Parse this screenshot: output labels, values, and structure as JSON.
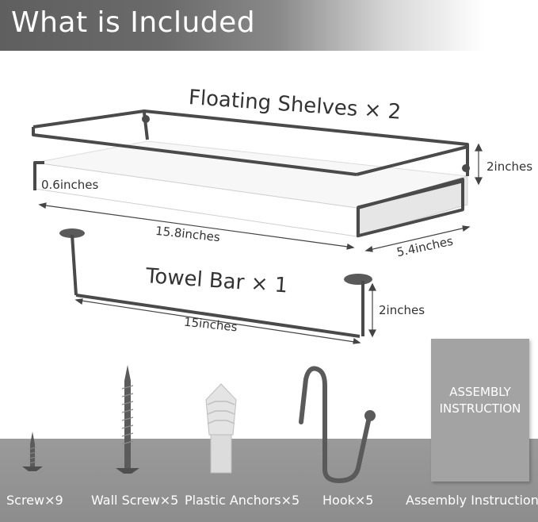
{
  "header": {
    "title": "What is Included"
  },
  "shelves": {
    "title": "Floating Shelves × 2",
    "dims": {
      "thickness": "0.6inches",
      "length": "15.8inches",
      "depth": "5.4inches",
      "height": "2inches"
    }
  },
  "towel_bar": {
    "title": "Towel Bar × 1",
    "dims": {
      "length": "15inches",
      "height": "2inches"
    }
  },
  "parts": [
    {
      "label": "Screw×9",
      "icon": "screw-icon"
    },
    {
      "label": "Wall Screw×5",
      "icon": "wall-screw-icon"
    },
    {
      "label": "Plastic Anchors×5",
      "icon": "plastic-anchor-icon"
    },
    {
      "label": "Hook×5",
      "icon": "hook-icon"
    },
    {
      "label": "Assembly Instruction",
      "icon": "booklet-icon"
    }
  ],
  "booklet": {
    "text": "ASSEMBLY\nINSTRUCTION"
  },
  "colors": {
    "header_gray": "#6a6a6a",
    "band_gray": "#9a9a9a",
    "metal": "#4a4a4a",
    "board": "#f4f4f4"
  }
}
